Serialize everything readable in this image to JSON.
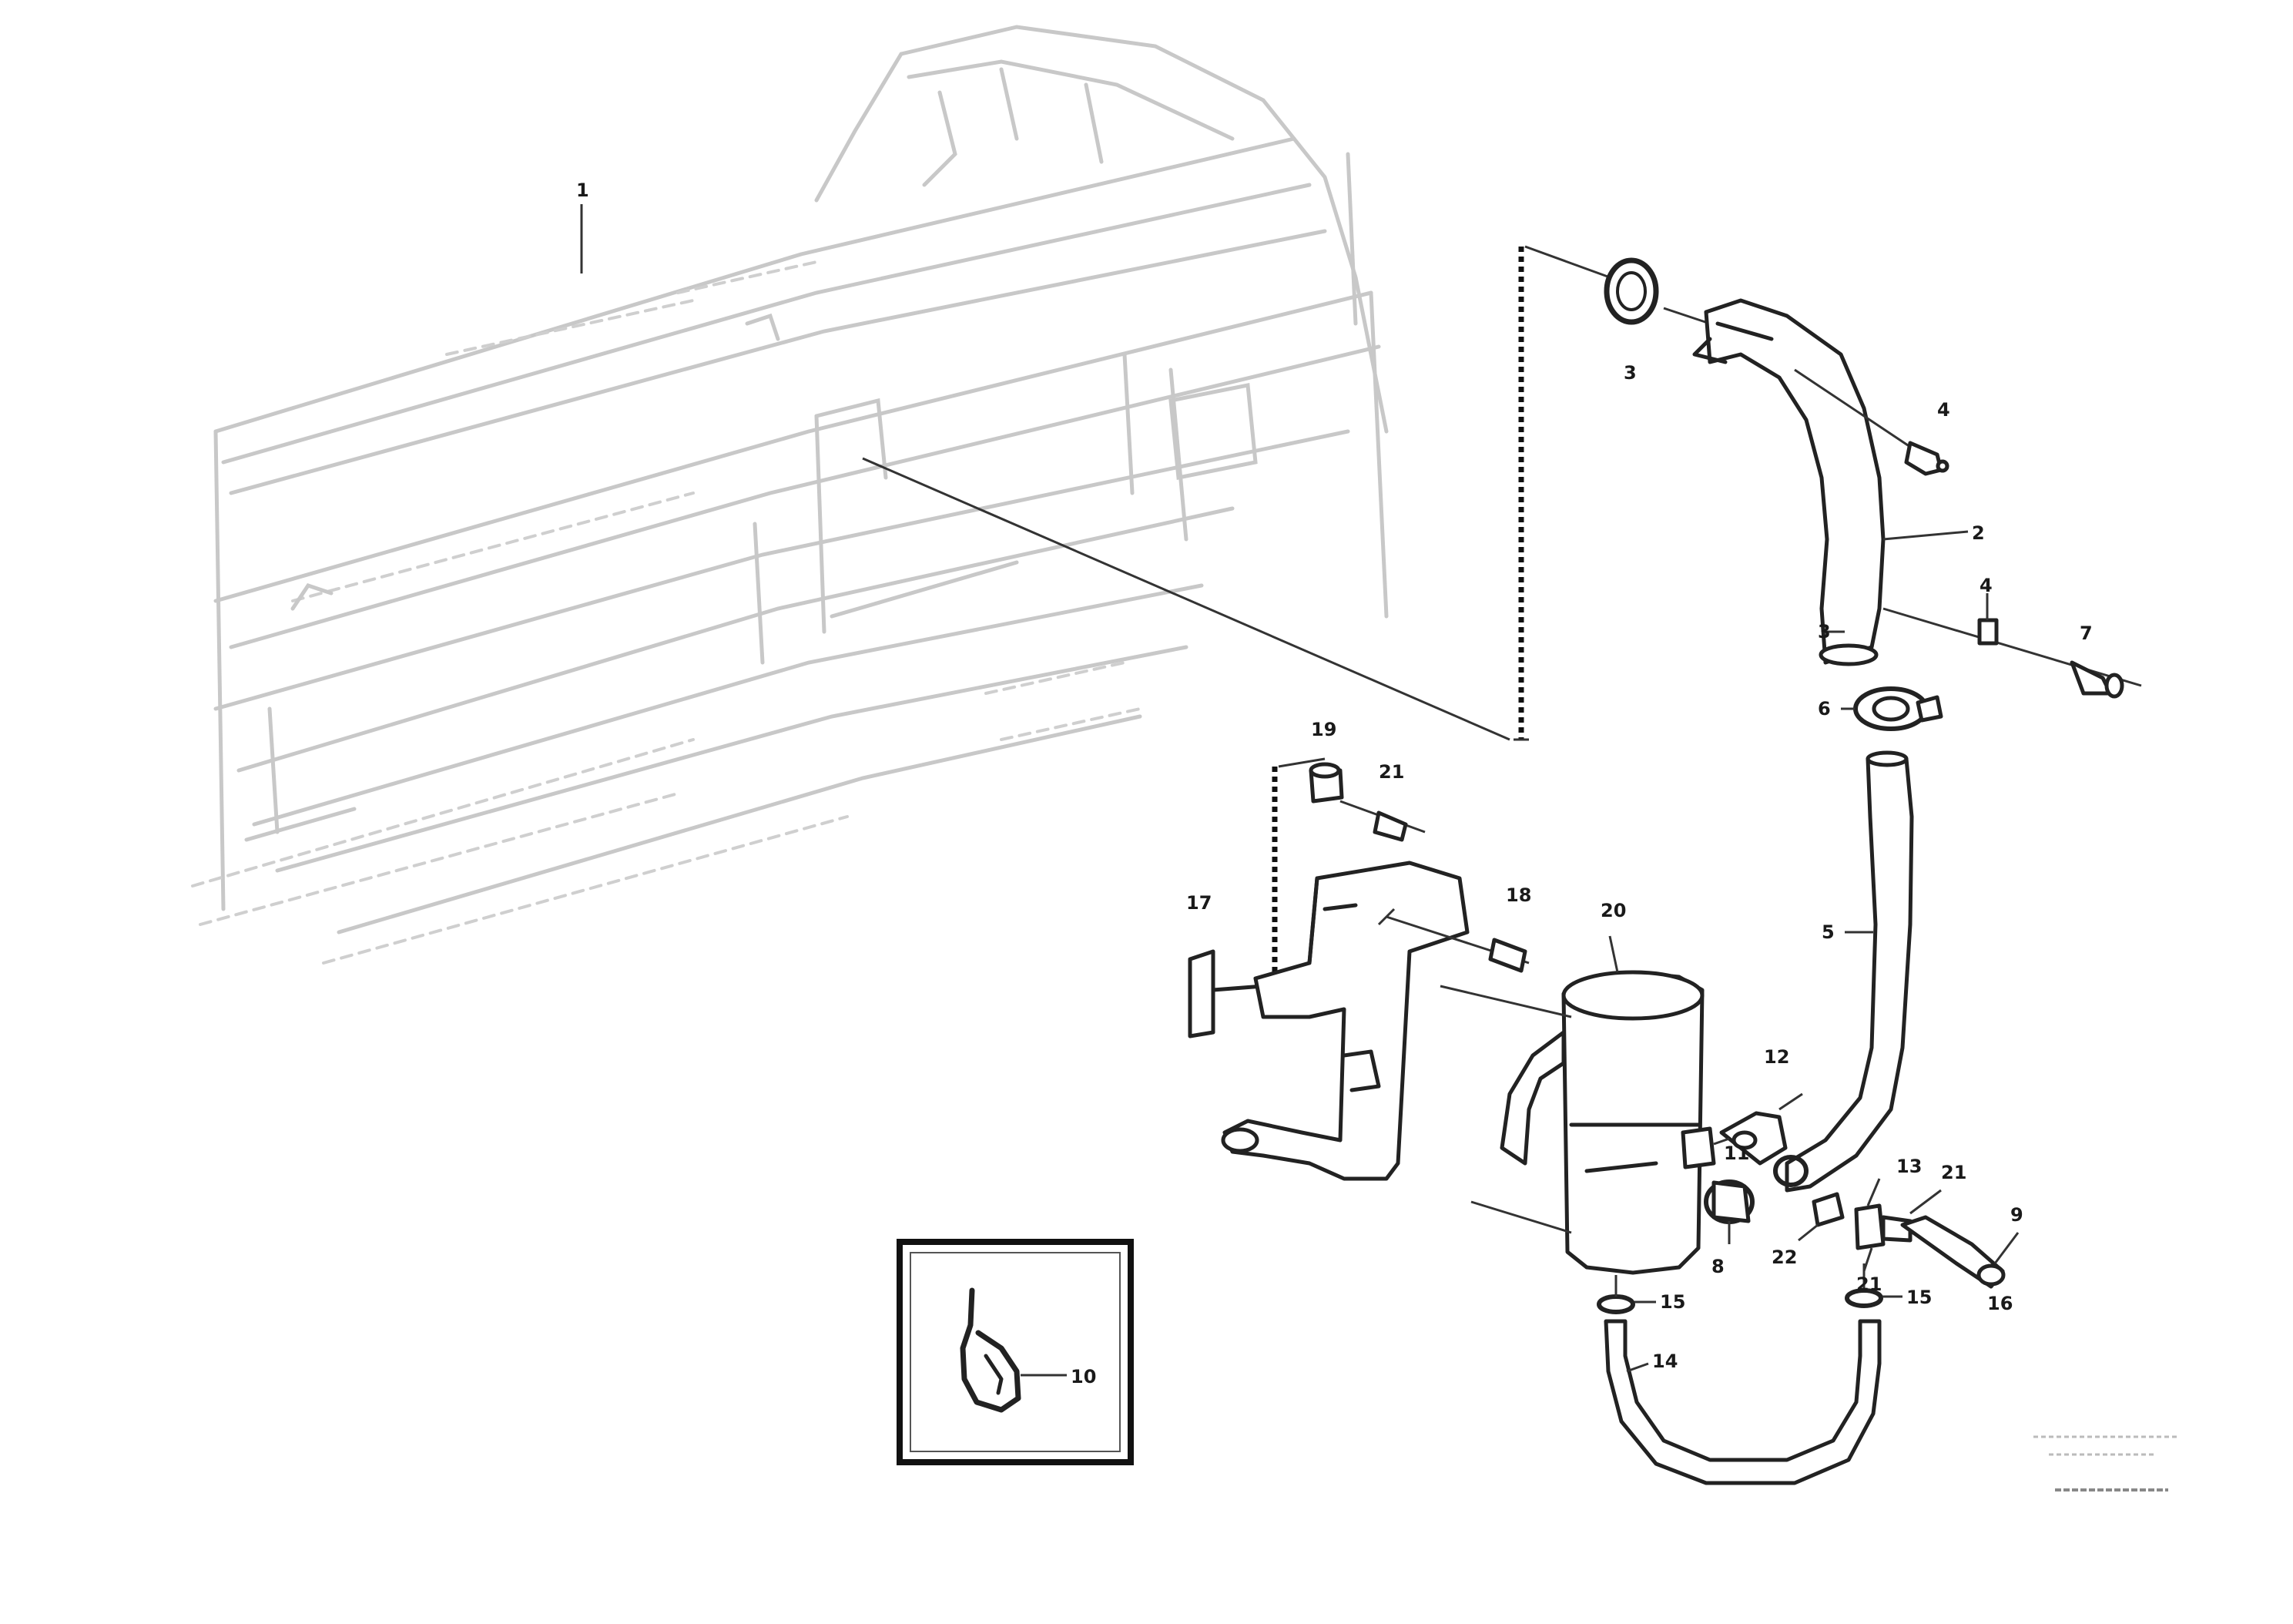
{
  "callouts": {
    "c1": "1",
    "c3_top": "3",
    "c4_top": "4",
    "c2": "2",
    "c3_mid": "3",
    "c4_mid": "4",
    "c7": "7",
    "c6": "6",
    "c5": "5",
    "c19_top": "19",
    "c21_top": "21",
    "c17": "17",
    "c18_mid": "18",
    "c20": "20",
    "c12": "12",
    "c11": "11",
    "c8": "8",
    "c13": "13",
    "c21_r": "21",
    "c22": "22",
    "c9": "9",
    "c21_bot": "21",
    "c16": "16",
    "c15_l": "15",
    "c15_r": "15",
    "c14": "14",
    "c10": "10"
  },
  "stamp": {
    "line1": "",
    "line2": "",
    "line3": ""
  }
}
